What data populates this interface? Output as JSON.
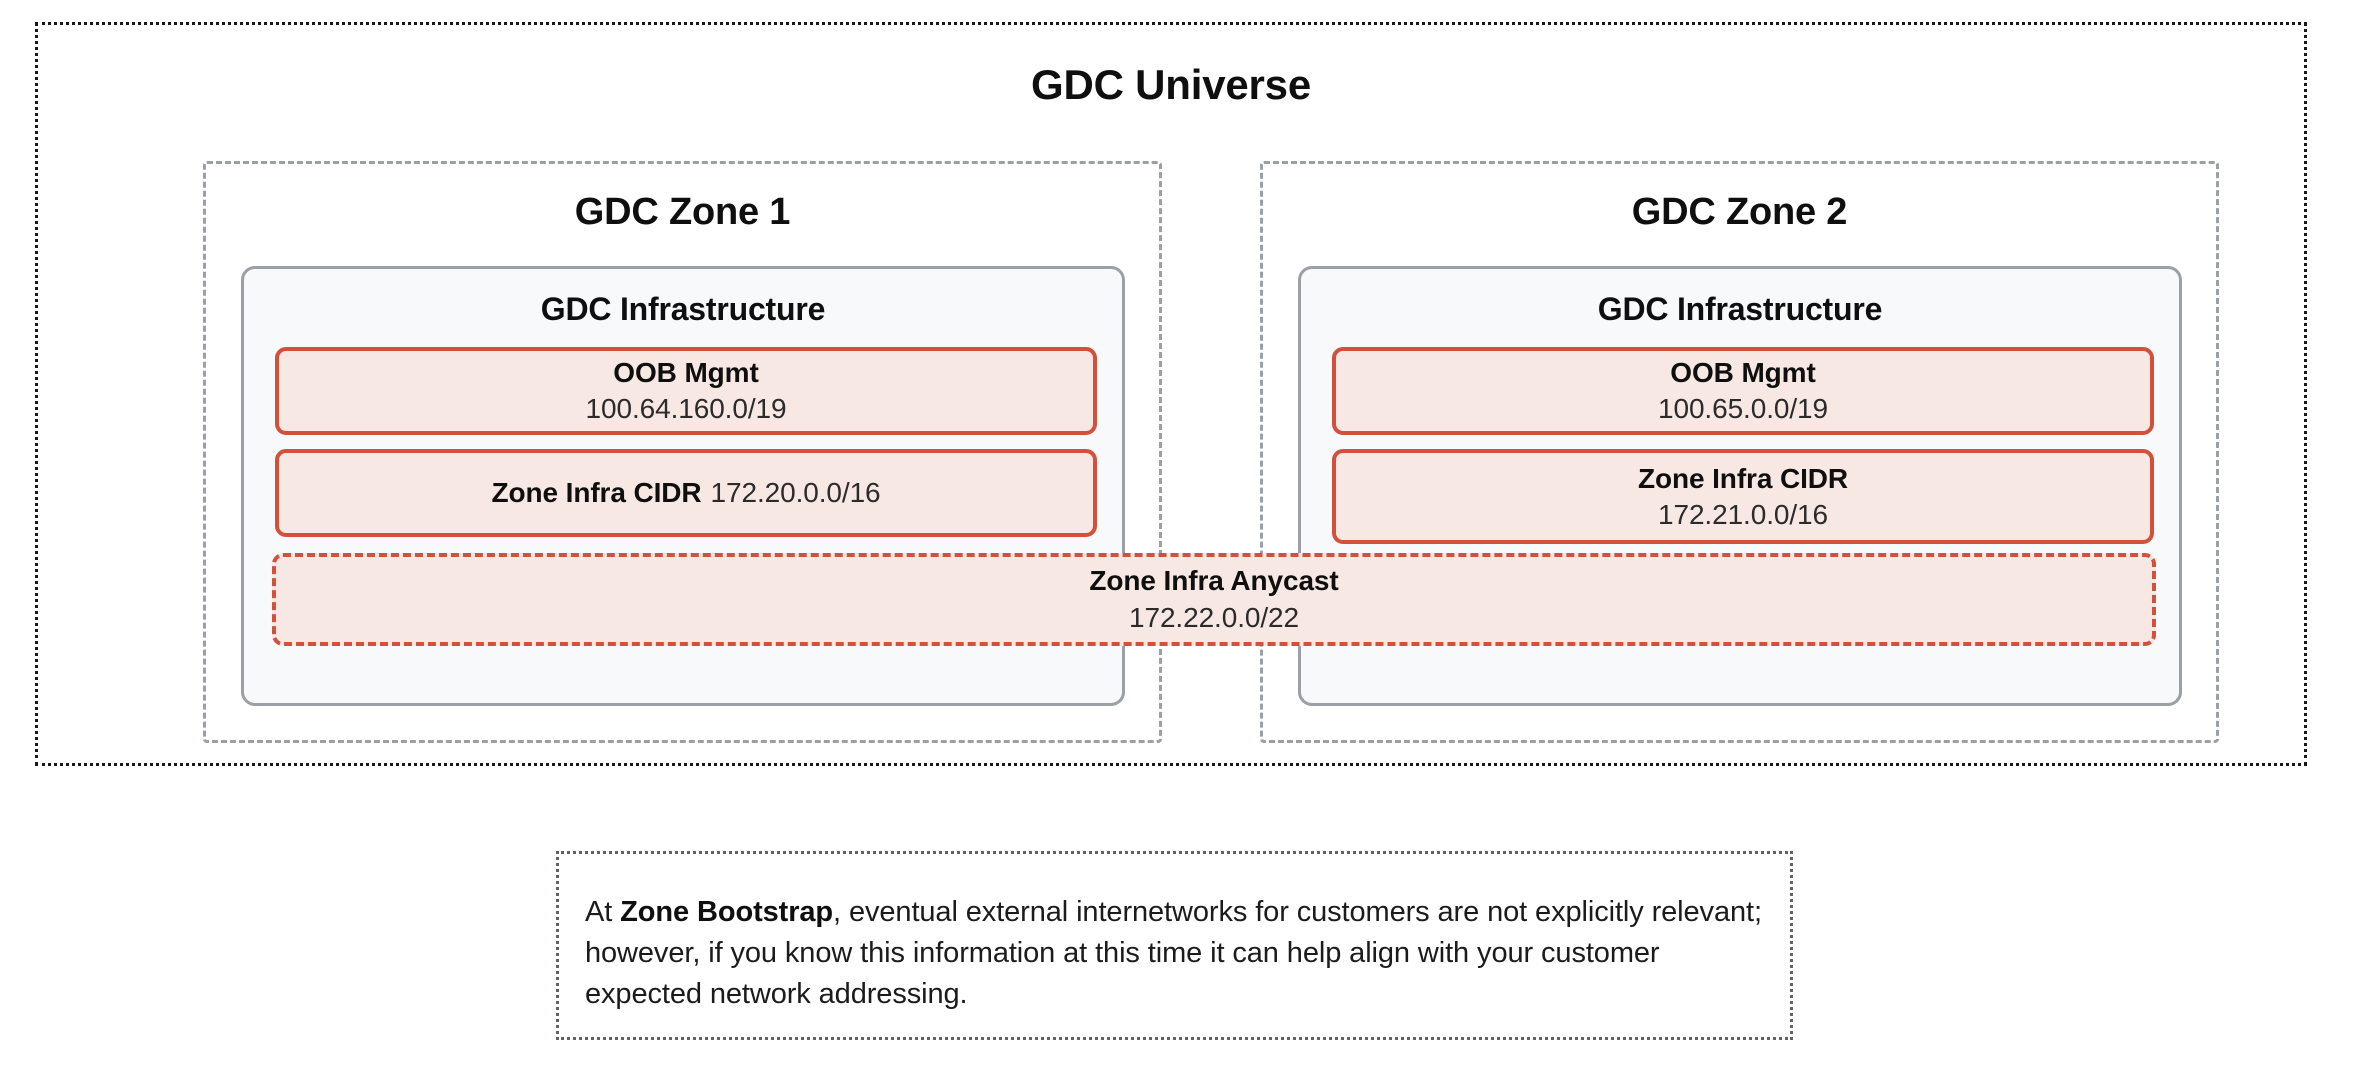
{
  "diagram": {
    "universe": {
      "title": "GDC Universe",
      "border_style": "dotted",
      "border_color": "#16181c"
    },
    "zones": [
      {
        "title": "GDC Zone 1",
        "infrastructure": {
          "title": "GDC Infrastructure",
          "border_color": "#9aa0a6",
          "fill_color": "#f7f9fb",
          "blocks": [
            {
              "name": "oob-mgmt",
              "label": "OOB Mgmt",
              "value": "100.64.160.0/19",
              "layout": "stacked",
              "border_style": "solid",
              "border_color": "#d2503c",
              "fill_color": "#f8e8e4"
            },
            {
              "name": "zone-infra-cidr",
              "label": "Zone Infra CIDR",
              "value": "172.20.0.0/16",
              "layout": "inline",
              "border_style": "solid",
              "border_color": "#d2503c",
              "fill_color": "#f8e8e4"
            }
          ]
        }
      },
      {
        "title": "GDC Zone 2",
        "infrastructure": {
          "title": "GDC Infrastructure",
          "border_color": "#9aa0a6",
          "fill_color": "#f7f9fb",
          "blocks": [
            {
              "name": "oob-mgmt",
              "label": "OOB Mgmt",
              "value": "100.65.0.0/19",
              "layout": "stacked",
              "border_style": "solid",
              "border_color": "#d2503c",
              "fill_color": "#f8e8e4"
            },
            {
              "name": "zone-infra-cidr",
              "label": "Zone Infra CIDR",
              "value": "172.21.0.0/16",
              "layout": "stacked",
              "border_style": "solid",
              "border_color": "#d2503c",
              "fill_color": "#f8e8e4"
            }
          ]
        }
      }
    ],
    "anycast": {
      "name": "zone-infra-anycast",
      "label": "Zone Infra Anycast",
      "value": "172.22.0.0/22",
      "border_style": "dashed",
      "border_color": "#d2503c",
      "fill_color": "#f8e8e4",
      "spans_zones": true
    },
    "footnote": {
      "lead": "At ",
      "emphasis": "Zone Bootstrap",
      "rest": ", eventual external internetworks for customers are not explicitly relevant; however, if you know this information at this time it can help align with your customer expected network addressing.",
      "border_style": "dotted",
      "border_color": "#5f6368"
    }
  }
}
